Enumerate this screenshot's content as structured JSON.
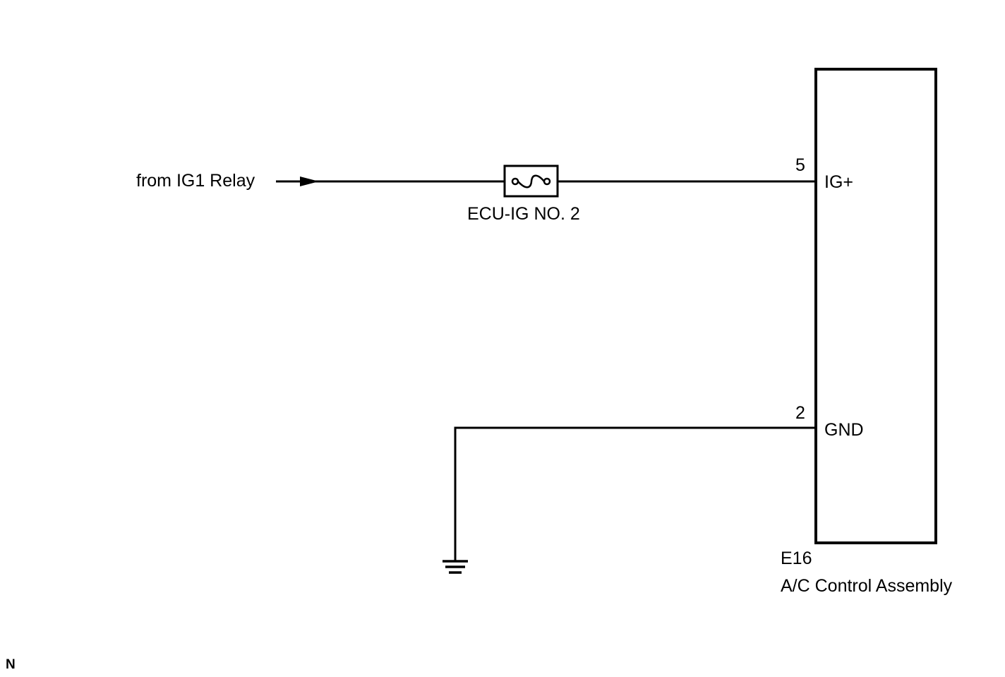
{
  "source_label": "from IG1 Relay",
  "fuse": {
    "name": "ECU-IG NO. 2",
    "icon": "fuse-icon"
  },
  "component": {
    "connector": "E16",
    "name": "A/C Control Assembly",
    "pins": [
      {
        "number": "5",
        "name": "IG+"
      },
      {
        "number": "2",
        "name": "GND"
      }
    ]
  },
  "ground_icon": "ground-icon",
  "arrow_icon": "arrow-right-icon",
  "corner_mark": "N",
  "colors": {
    "line": "#000000",
    "background": "#ffffff"
  }
}
